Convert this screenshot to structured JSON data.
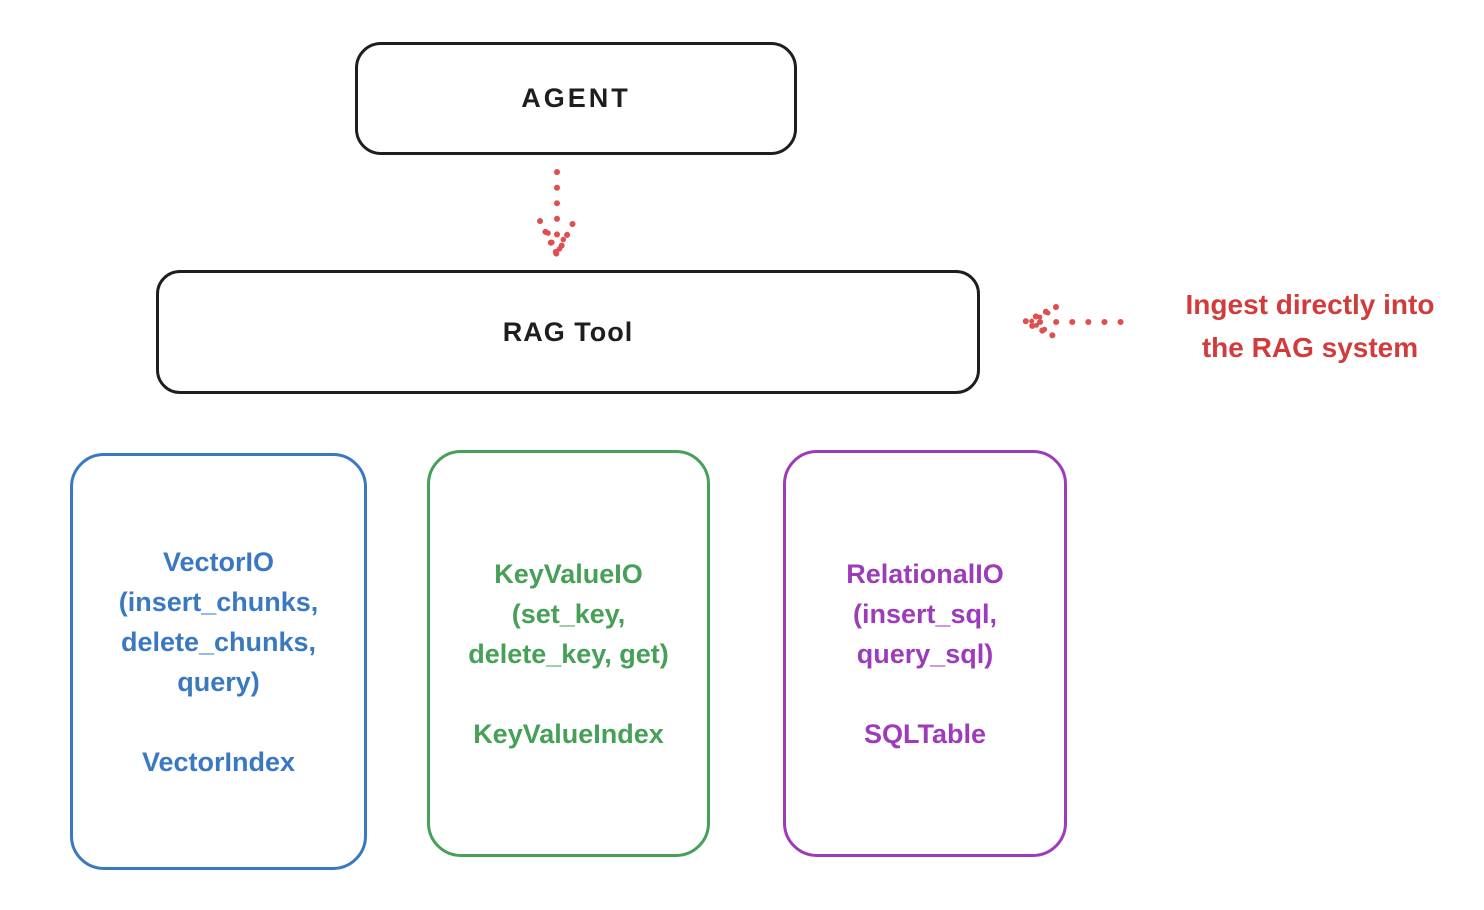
{
  "colors": {
    "ink": "#1e1e1e",
    "red": "#d23b3b",
    "red_arrow": "#e04f4f",
    "blue": "#3b78c2",
    "green": "#46a058",
    "purple": "#9d3cba",
    "background": "#ffffff"
  },
  "nodes": {
    "agent": {
      "label": "AGENT"
    },
    "rag_tool": {
      "label": "RAG Tool"
    }
  },
  "annotation": {
    "text": "Ingest directly into the RAG system",
    "lines": [
      "Ingest directly into",
      "the RAG system"
    ]
  },
  "arrows": [
    {
      "name": "agent-to-rag",
      "style": "dotted",
      "direction": "down",
      "color": "#e04f4f"
    },
    {
      "name": "annotation-to-rag",
      "style": "dotted",
      "direction": "left",
      "color": "#e04f4f"
    }
  ],
  "cards": [
    {
      "id": "vector-io",
      "color": "#3b78c2",
      "lines": [
        "VectorIO",
        "(insert_chunks,",
        "delete_chunks,",
        "query)"
      ],
      "footer": "VectorIndex"
    },
    {
      "id": "keyvalue-io",
      "color": "#46a058",
      "lines": [
        "KeyValueIO",
        "(set_key,",
        "delete_key, get)"
      ],
      "footer": "KeyValueIndex"
    },
    {
      "id": "relational-io",
      "color": "#9d3cba",
      "lines": [
        "RelationalIO",
        "(insert_sql,",
        "query_sql)"
      ],
      "footer": "SQLTable"
    }
  ]
}
